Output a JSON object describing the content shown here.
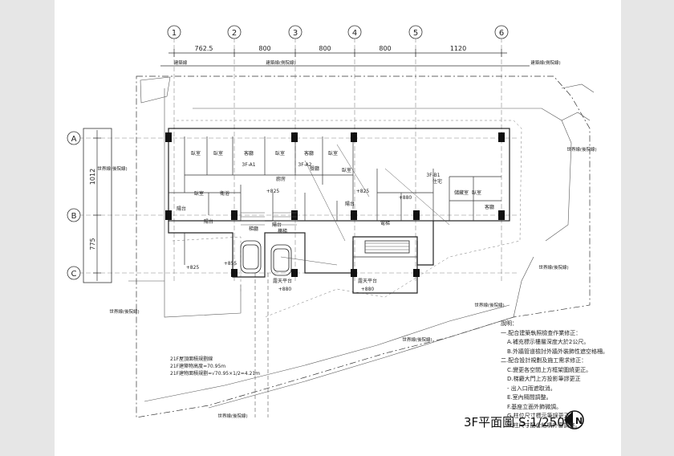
{
  "title": "3F平面圖 S:1/250",
  "north_arrow": "N",
  "grid_columns": [
    "1",
    "2",
    "3",
    "4",
    "5",
    "6"
  ],
  "grid_rows": [
    "A",
    "B",
    "C"
  ],
  "dimensions_top": [
    "762.5",
    "800",
    "800",
    "800",
    "1120"
  ],
  "dimensions_left": [
    "1012",
    "775"
  ],
  "rooms": [
    "臥室",
    "臥室",
    "客廳",
    "臥室",
    "客廳",
    "臥室",
    "廚房",
    "餐廳",
    "臥室",
    "衛浴",
    "臥室",
    "住宅",
    "陽台",
    "陽台",
    "陽台",
    "陽台",
    "梯廳",
    "樓梯",
    "電梯",
    "露天平台",
    "露天平台",
    "儲藏室",
    "臥室",
    "客廳"
  ],
  "units": [
    "3F-A1",
    "3F-A2",
    "3F-B1"
  ],
  "levels": [
    "+825",
    "+825",
    "+855",
    "+825",
    "+880",
    "+880",
    "+880"
  ],
  "setback_labels": [
    "建築線",
    "建築線(側院線)",
    "建築線(側院線)",
    "世界線(後院線)",
    "世界線(後院線)",
    "世界線(後院線)",
    "世界線(後院線)",
    "世界線(後院線)",
    "世界線(後院線)",
    "世界線(後院線)"
  ],
  "height_notes": [
    "21F屋頂面積規劃線",
    "21F建築物高度=70.95m",
    "21F建物面積規劃=√70.95×1/2=4.21m"
  ],
  "notes": {
    "heading": "說明：",
    "lines": [
      "一.配合建築執照檢查作業修正：",
      "A.補充標示樓層深度大於2公尺。",
      "B.外牆管道檢討外牆外裝飾性遮空格柵。",
      "二.配合設計規劃及施工需求修正：",
      "C.變更各空間上方框架圍繞更正。",
      "D.梯廳大門上方投影筆謬更正",
      "- 出入口雨遮取消。",
      "E.室內隔間調整。",
      "F.基座立面外飾微調。",
      "G.柱位尺寸標示筆誤更正。",
      "H.柱尺寸配合結構外審調整。"
    ]
  }
}
